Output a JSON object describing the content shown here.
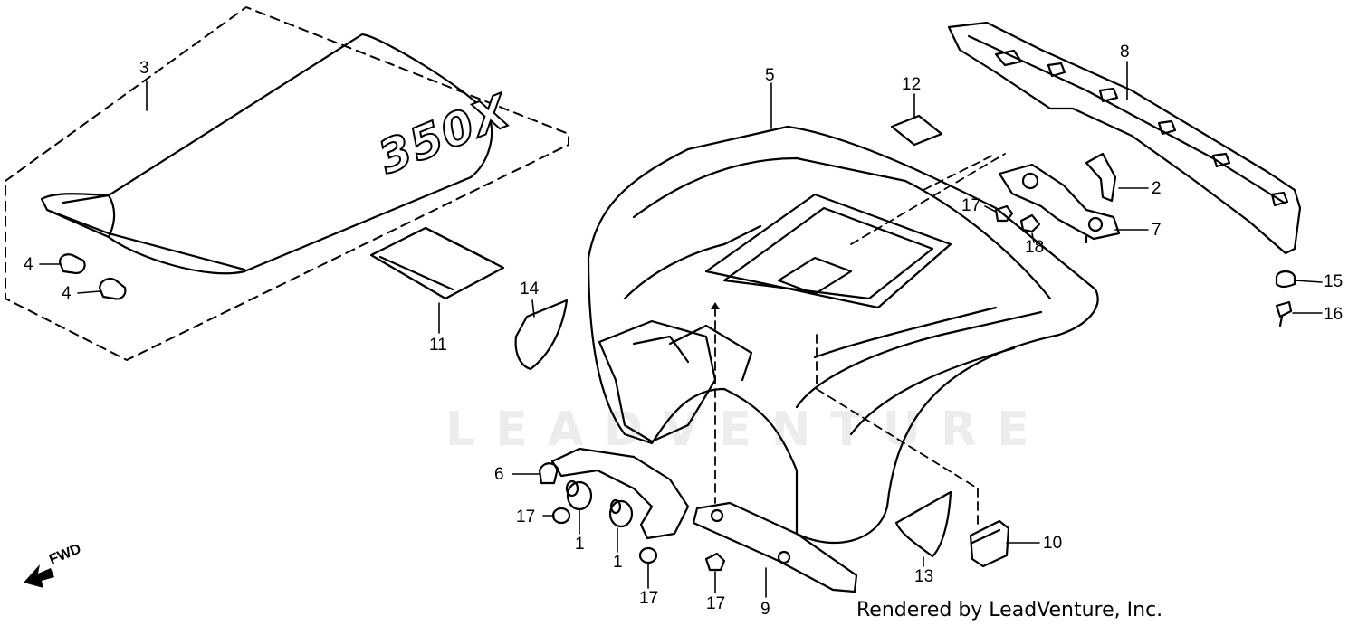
{
  "diagram": {
    "seat_model_text": "350X",
    "direction_label": "FWD",
    "watermark_text": "LEADVENTURE",
    "credit_text": "Rendered by LeadVenture, Inc.",
    "callouts": {
      "c3": "3",
      "c4a": "4",
      "c4b": "4",
      "c11": "11",
      "c14": "14",
      "c5": "5",
      "c12": "12",
      "c8": "8",
      "c2": "2",
      "c17a": "17",
      "c7": "7",
      "c18": "18",
      "c15": "15",
      "c16": "16",
      "c6": "6",
      "c17b": "17",
      "c1a": "1",
      "c1b": "1",
      "c17c": "17",
      "c17d": "17",
      "c9": "9",
      "c13": "13",
      "c10": "10"
    }
  }
}
